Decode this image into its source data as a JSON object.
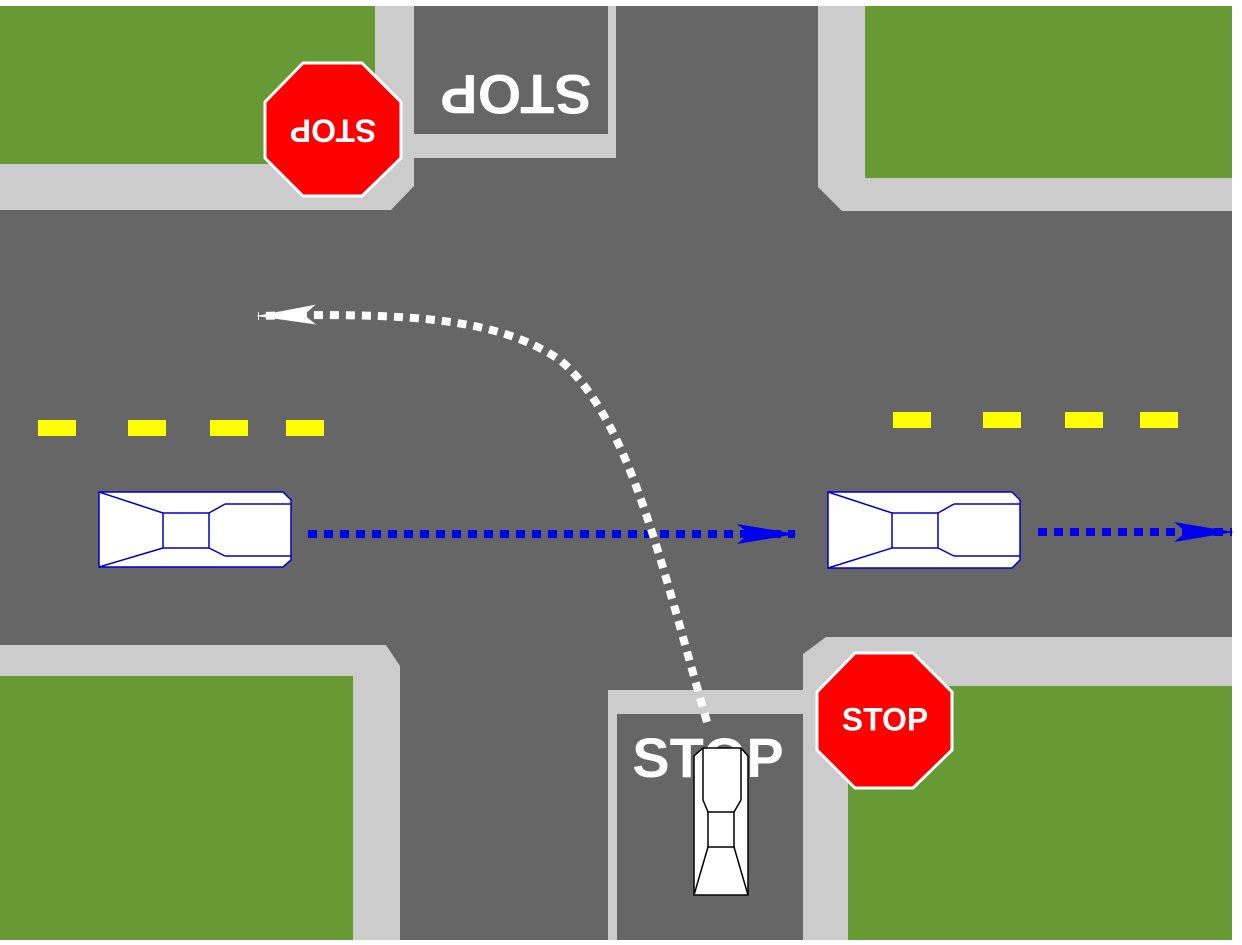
{
  "road_markings": {
    "north_stop_line_text": "STOP",
    "south_stop_line_text": "STOP"
  },
  "signs": {
    "north_west_sign_text": "STOP",
    "south_east_sign_text": "STOP"
  },
  "colors": {
    "grass": "#679a35",
    "sidewalk": "#cccccc",
    "road": "#666666",
    "stop_sign": "#ff0000",
    "lane_divider": "#ffff00",
    "straight_path_arrow": "#0000ee",
    "turn_path_arrow": "#ffffff",
    "vehicle_outline_blue": "#0000cc",
    "vehicle_outline_black": "#000000"
  }
}
